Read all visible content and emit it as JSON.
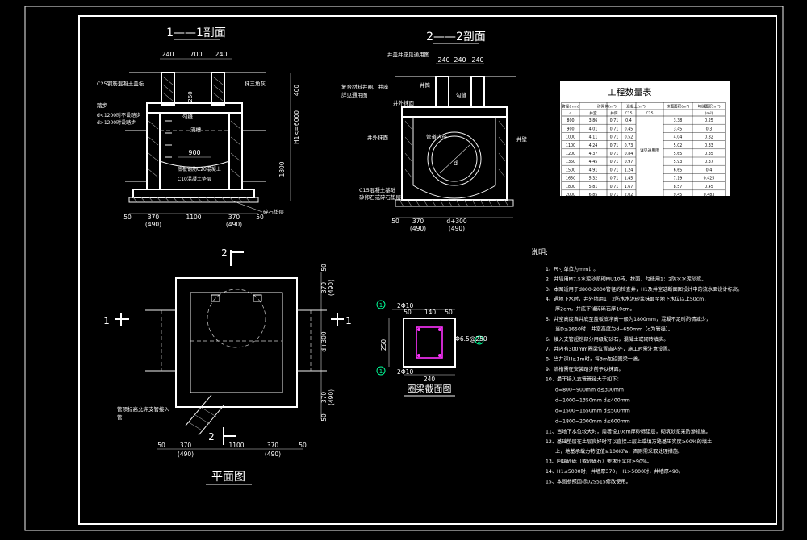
{
  "colors": {
    "background": "#000000",
    "line": "#ffffff",
    "table_bg": "#ffffff",
    "rebar": "#ff33ff",
    "callout": "#00ff99"
  },
  "titles": {
    "section_1": "1——1剖面",
    "section_2": "2——2剖面",
    "plan": "平面图",
    "beam": "圈梁截面图",
    "notes": "说明:"
  },
  "sec1": {
    "dims_top": [
      "240",
      "700",
      "240"
    ],
    "dims_right": [
      "400",
      "H1<=6000",
      "1800"
    ],
    "side_dim": "260",
    "labels": {
      "cover_label": "C25钢筋混凝土盖板",
      "steps_label": "踏步",
      "steps_note": "d<1200时不设踏步",
      "steps_note2": "d>1200时设踏步",
      "shoulder": "抹三角灰",
      "channel": "勾缝",
      "flow": "流槽",
      "bottom_label": "C10混凝土垫层",
      "pipe_note": "底板钢筋C20混凝土",
      "cushion": "碎石垫层",
      "dim_900": "900"
    },
    "dims_bottom": [
      "50",
      "370",
      "1100",
      "370",
      "50"
    ],
    "dims_bottom2": [
      "(490)",
      "(490)"
    ]
  },
  "sec2": {
    "labels": {
      "cover": "井盖井座见通用图",
      "frame": "复合材料井圈、井座",
      "frame2": "詳见通用图",
      "inlet": "井筒",
      "neck": "勾缝",
      "wall": "井壁",
      "pipe": "管道内径",
      "base": "C15混凝土基础",
      "base2": "砂卵石或碎石垫层",
      "outer": "井外抹面"
    },
    "dims_top": [
      "240",
      "240",
      "240"
    ],
    "dims_bottom": [
      "50",
      "370",
      "d+300"
    ],
    "dims_bottom2": [
      "(490)",
      "(490)"
    ],
    "d_label": "d"
  },
  "plan": {
    "section_marks": [
      "1",
      "1",
      "2",
      "2"
    ],
    "dims_right": [
      "50",
      "370",
      "(490)",
      "d+300",
      "370",
      "(490)",
      "50"
    ],
    "dims_bottom": [
      "50",
      "370",
      "1100",
      "370",
      "50"
    ],
    "dims_bottom2": [
      "(490)",
      "(490)"
    ],
    "branch_label": "管顶标高允许支管接入",
    "branch_label2": "管"
  },
  "beam": {
    "top_bar": "2Φ10",
    "bot_bar": "2Φ10",
    "stirrup": "Φ6.5@250",
    "dims_top": [
      "50",
      "140",
      "50"
    ],
    "dim_left": "250",
    "dim_bottom": "240",
    "callout_1": "1",
    "callout_2": "2",
    "callout_3": "1"
  },
  "table": {
    "title": "工程数量表",
    "headers": [
      "管径(mm)",
      "砖砌体(m³)",
      "",
      "混凝土(m³)",
      "",
      "抹面面积(m²)",
      "勾缝面积(m²)"
    ],
    "subheaders": [
      "d",
      "井室",
      "井筒",
      "C15",
      "C25",
      "",
      "(m²)"
    ],
    "rows": [
      [
        "800",
        "3.86",
        "0.71",
        "0.4",
        "",
        "3.38",
        "0.25"
      ],
      [
        "900",
        "4.01",
        "0.71",
        "0.45",
        "",
        "3.45",
        "0.3"
      ],
      [
        "1000",
        "4.11",
        "0.71",
        "0.52",
        "",
        "4.04",
        "0.32"
      ],
      [
        "1100",
        "4.24",
        "0.71",
        "0.73",
        "",
        "5.02",
        "0.33"
      ],
      [
        "1200",
        "4.37",
        "0.71",
        "0.84",
        "",
        "5.65",
        "0.35"
      ],
      [
        "1350",
        "4.45",
        "0.71",
        "0.97",
        "",
        "5.93",
        "0.37"
      ],
      [
        "1500",
        "4.91",
        "0.71",
        "1.24",
        "",
        "6.65",
        "0.4"
      ],
      [
        "1650",
        "5.32",
        "0.71",
        "1.45",
        "",
        "7.19",
        "0.425"
      ],
      [
        "1800",
        "5.81",
        "0.71",
        "1.67",
        "",
        "8.57",
        "0.45"
      ],
      [
        "2000",
        "6.85",
        "0.71",
        "2.02",
        "",
        "9.45",
        "0.483"
      ]
    ],
    "merged_label": "详见通用图"
  },
  "notes": [
    "1、尺寸单位为mm计。",
    "2、井墙用M7.5水泥砂浆砌MU10砖，抹面、勾缝用1：2防水水泥砂浆。",
    "3、本图适用于d800-2000管径的检查井，H1及井室选断面图设计中的流水面设计标高。",
    "4、遇地下水时，井外墙用1：2防水水泥砂浆抹面至地下水位以上50cm，",
    "   厚2cm，井底下铺碎砾石厚10cm。",
    "5、井室高度自井底至盖板底净高一般为1800mm，混凝不足时酌情减少，",
    "   当D≥1650时，井室高度为d+650mm（d为管径）。",
    "6、接入支管超挖部分用级配砂石，混凝土或砌砖填实。",
    "7、井内有300mm圈梁位置当内外，施工时需注意设置。",
    "8、当井深H≥1m时，每3m加设圈梁一道。",
    "9、流槽需在安装踏步前予以抹面。",
    "10、最干接入支管管径大于如下：",
    "    d=800~900mm    d≤300mm",
    "    d=1000~1350mm  d≤400mm",
    "    d=1500~1650mm  d≤500mm",
    "    d=1800~2000mm  d≤600mm",
    "11、当地下水位较大时，需增设10cm厚砂砾垫层，砌筑砂浆采防渗措施。",
    "12、基础垫层在土层良好时可以直接上层上或填方路基压实度≥90%的填土",
    "    上，地基承载力特征值≥100KPa，否则需采取处理措施。",
    "13、回填砂砾（或砂砾石）要求压实度≥90%。",
    "14、H1≤5000时，井墙厚370，H1>5000时，井墙厚490。",
    "15、本图参照国标02S515修改使用。"
  ]
}
